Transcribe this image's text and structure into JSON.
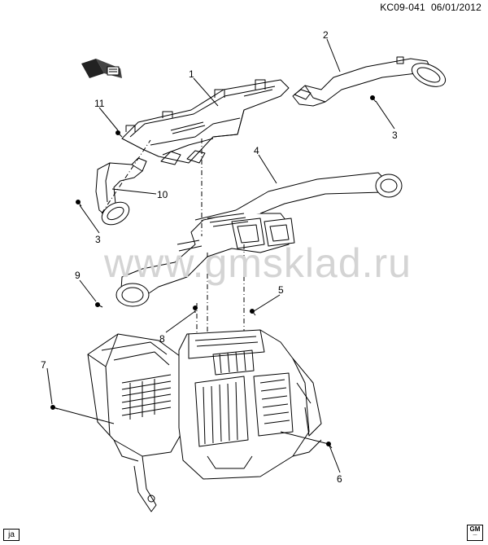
{
  "header": {
    "code": "KC09-041",
    "date": "06/01/2012"
  },
  "watermark": "www.gmsklad.ru",
  "callouts": [
    "1",
    "2",
    "3",
    "3",
    "4",
    "5",
    "6",
    "7",
    "8",
    "9",
    "10",
    "11"
  ],
  "footer": {
    "lang_tag": "ja",
    "logo_text": "GM"
  }
}
